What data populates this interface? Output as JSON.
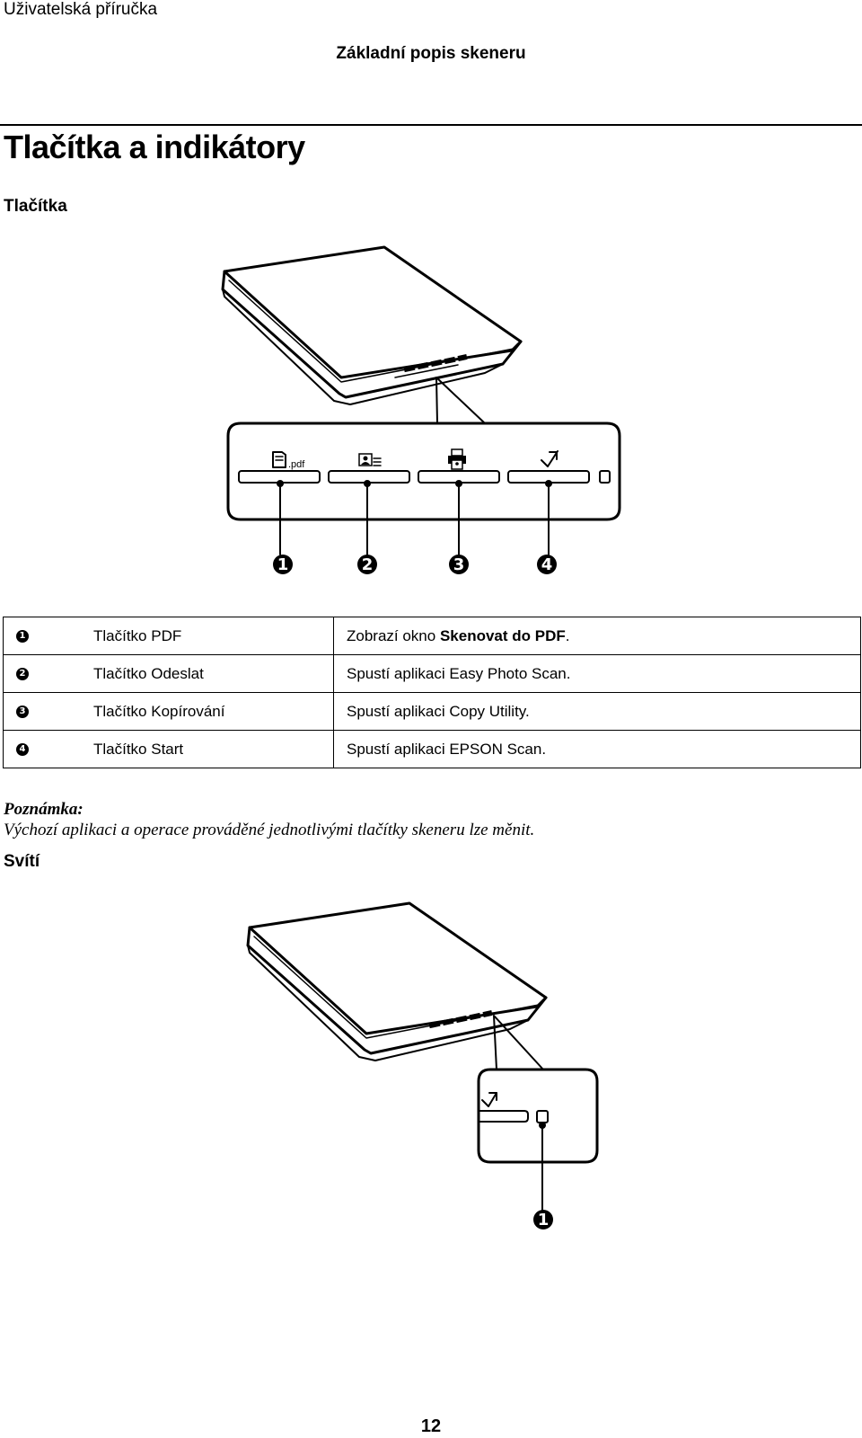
{
  "header": {
    "running": "Uživatelská příručka",
    "section": "Základní popis skeneru"
  },
  "title": "Tlačítka a indikátory",
  "buttons_section": {
    "heading": "Tlačítka",
    "panel_icons": [
      {
        "icon": "pdf-document-icon",
        "label": ".pdf"
      },
      {
        "icon": "send-contact-icon"
      },
      {
        "icon": "copy-printer-icon"
      },
      {
        "icon": "start-scan-icon"
      }
    ],
    "callouts": [
      "1",
      "2",
      "3",
      "4"
    ],
    "table": [
      {
        "num": "1",
        "name": "Tlačítko PDF",
        "desc_plain": "Zobrazí okno ",
        "desc_bold": "Skenovat do PDF",
        "desc_end": "."
      },
      {
        "num": "2",
        "name": "Tlačítko Odeslat",
        "desc_plain": "Spustí aplikaci Easy Photo Scan."
      },
      {
        "num": "3",
        "name": "Tlačítko Kopírování",
        "desc_plain": "Spustí aplikaci Copy Utility."
      },
      {
        "num": "4",
        "name": "Tlačítko Start",
        "desc_plain": "Spustí aplikaci EPSON Scan."
      }
    ]
  },
  "note": {
    "title": "Poznámka:",
    "text": "Výchozí aplikaci a operace prováděné jednotlivými tlačítky skeneru lze měnit."
  },
  "light_section": {
    "heading": "Svítí",
    "callouts": [
      "1"
    ]
  },
  "page_number": "12"
}
